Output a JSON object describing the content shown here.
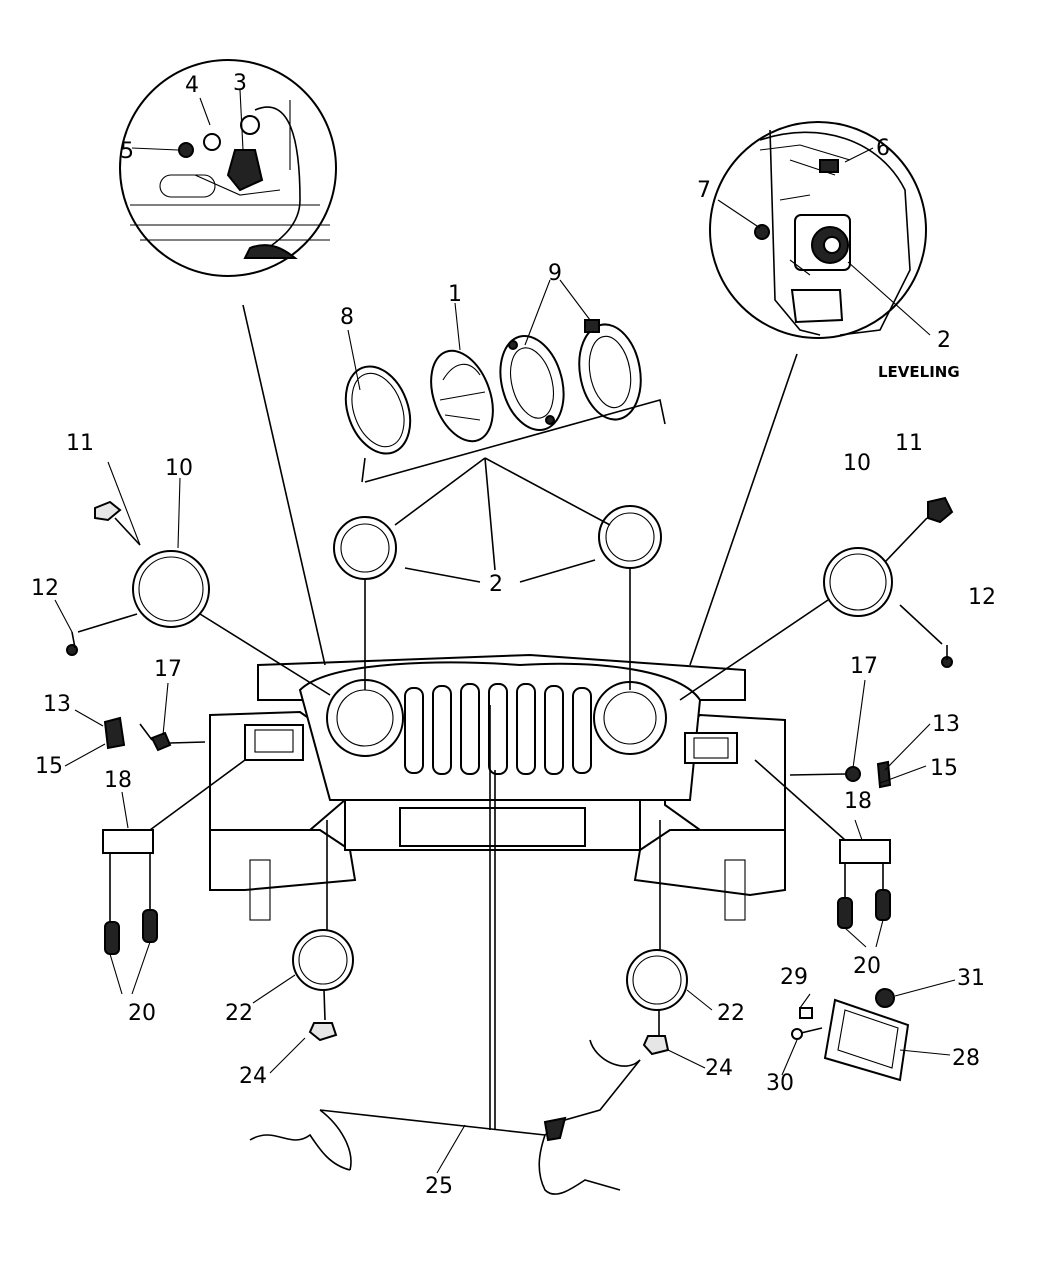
{
  "labels": {
    "n1": "1",
    "n2a": "2",
    "n2b": "2",
    "n3": "3",
    "n4": "4",
    "n5": "5",
    "n6": "6",
    "n7": "7",
    "n8": "8",
    "n9": "9",
    "n10l": "10",
    "n10r": "10",
    "n11l": "11",
    "n11r": "11",
    "n12l": "12",
    "n12r": "12",
    "n13l": "13",
    "n13r": "13",
    "n15l": "15",
    "n15r": "15",
    "n17l": "17",
    "n17r": "17",
    "n18l": "18",
    "n18r": "18",
    "n20l": "20",
    "n20r": "20",
    "n22l": "22",
    "n22r": "22",
    "n24l": "24",
    "n24r": "24",
    "n25": "25",
    "n28": "28",
    "n29": "29",
    "n30": "30",
    "n31": "31"
  },
  "note": "LEVELING"
}
